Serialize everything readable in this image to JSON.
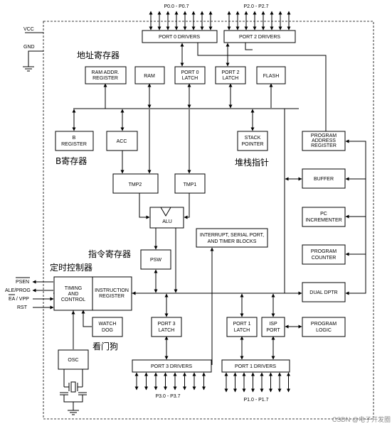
{
  "blocks": {
    "port0_drivers": "PORT 0 DRIVERS",
    "port2_drivers": "PORT 2 DRIVERS",
    "ram_addr_register": [
      "RAM ADDR.",
      "REGISTER"
    ],
    "ram": "RAM",
    "port0_latch": [
      "PORT 0",
      "LATCH"
    ],
    "port2_latch": [
      "PORT 2",
      "LATCH"
    ],
    "flash": "FLASH",
    "b_register": [
      "B",
      "REGISTER"
    ],
    "acc": "ACC",
    "stack_pointer": [
      "STACK",
      "POINTER"
    ],
    "program_address_register": [
      "PROGRAM",
      "ADDRESS",
      "REGISTER"
    ],
    "buffer": "BUFFER",
    "tmp2": "TMP2",
    "tmp1": "TMP1",
    "alu": "ALU",
    "pc_incrementer": [
      "PC",
      "INCREMENTER"
    ],
    "interrupt_blocks": [
      "INTERRUPT, SERIAL PORT,",
      "AND TIMER BLOCKS"
    ],
    "psw": "PSW",
    "program_counter": [
      "PROGRAM",
      "COUNTER"
    ],
    "timing_control": [
      "TIMING",
      "AND",
      "CONTROL"
    ],
    "instruction_register": [
      "INSTRUCTION",
      "REGISTER"
    ],
    "dual_dptr": "DUAL DPTR",
    "watchdog": [
      "WATCH",
      "DOG"
    ],
    "port3_latch": [
      "PORT 3",
      "LATCH"
    ],
    "port1_latch": [
      "PORT 1",
      "LATCH"
    ],
    "isp_port": [
      "ISP",
      "PORT"
    ],
    "program_logic": [
      "PROGRAM",
      "LOGIC"
    ],
    "osc": "OSC",
    "port3_drivers": "PORT 3 DRIVERS",
    "port1_drivers": "PORT 1 DRIVERS"
  },
  "pins": {
    "p0": "P0.0 - P0.7",
    "p2": "P2.0 - P2.7",
    "p3": "P3.0 - P3.7",
    "p1": "P1.0 - P1.7",
    "vcc": "VCC",
    "gnd": "GND",
    "psen": "PSEN",
    "ale_prog": "ALE/PROG",
    "ea_vpp": "EA / VPP",
    "rst": "RST"
  },
  "annotations": {
    "address_register": "地址寄存器",
    "b_register": "B寄存器",
    "stack_pointer": "堆栈指针",
    "instruction_register": "指令寄存器",
    "timing_controller": "定时控制器",
    "watchdog": "看门狗"
  },
  "watermark": "CSDN @电子开发圈"
}
